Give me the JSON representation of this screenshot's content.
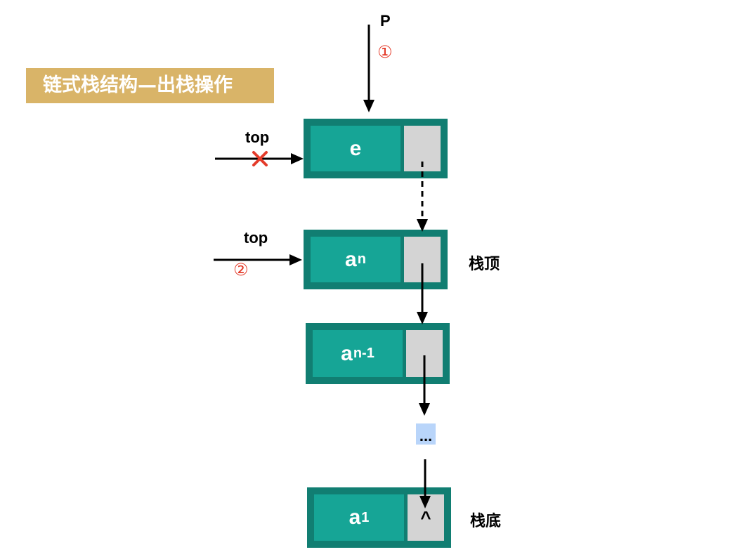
{
  "title": "链式栈结构—出栈操作",
  "pointer_label": "P",
  "top_label": "top",
  "step_markers": [
    "①",
    "②"
  ],
  "nodes": [
    {
      "data_main": "e",
      "data_sub": "",
      "next": ""
    },
    {
      "data_main": "a",
      "data_sub": "n",
      "next": ""
    },
    {
      "data_main": "a",
      "data_sub": "n-1",
      "next": ""
    },
    {
      "data_main": "a",
      "data_sub": "1",
      "next": "^"
    }
  ],
  "ellipsis": "...",
  "stack_top_label": "栈顶",
  "stack_bottom_label": "栈底",
  "colors": {
    "banner": "#d9b468",
    "node_border": "#117e72",
    "node_fill": "#16a596",
    "pointer_fill": "#d4d4d4",
    "step_red": "#e43b2a",
    "ellipsis_bg": "#b9d5fa"
  }
}
